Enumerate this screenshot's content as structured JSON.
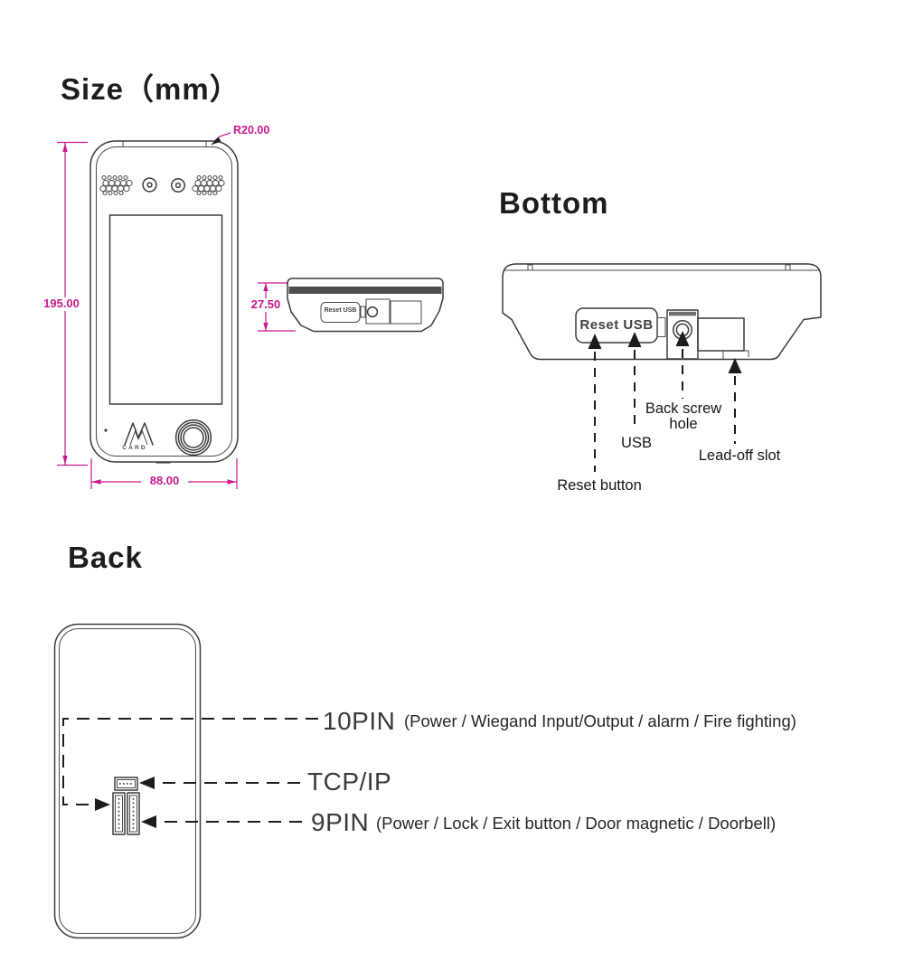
{
  "palette": {
    "magenta": "#c9188c",
    "line": "#3a3a3a",
    "text": "#1d1d1d"
  },
  "size_section": {
    "title": "Size（mm）",
    "dim_height": "195.00",
    "dim_width": "88.00",
    "dim_radius": "R20.00",
    "dim_thickness": "27.50",
    "card_text": "CARD",
    "side_panel_text": "Reset USB"
  },
  "bottom_section": {
    "title": "Bottom",
    "panel_text": "Reset  USB",
    "labels": {
      "reset": "Reset button",
      "usb": "USB",
      "screw": "Back screw hole",
      "slot": "Lead-off slot"
    }
  },
  "back_section": {
    "title": "Back",
    "pin10_label": "10PIN",
    "pin10_detail": "(Power / Wiegand Input/Output / alarm / Fire fighting)",
    "tcpip_label": "TCP/IP",
    "pin9_label": "9PIN",
    "pin9_detail": "(Power / Lock / Exit button / Door magnetic / Doorbell)"
  }
}
